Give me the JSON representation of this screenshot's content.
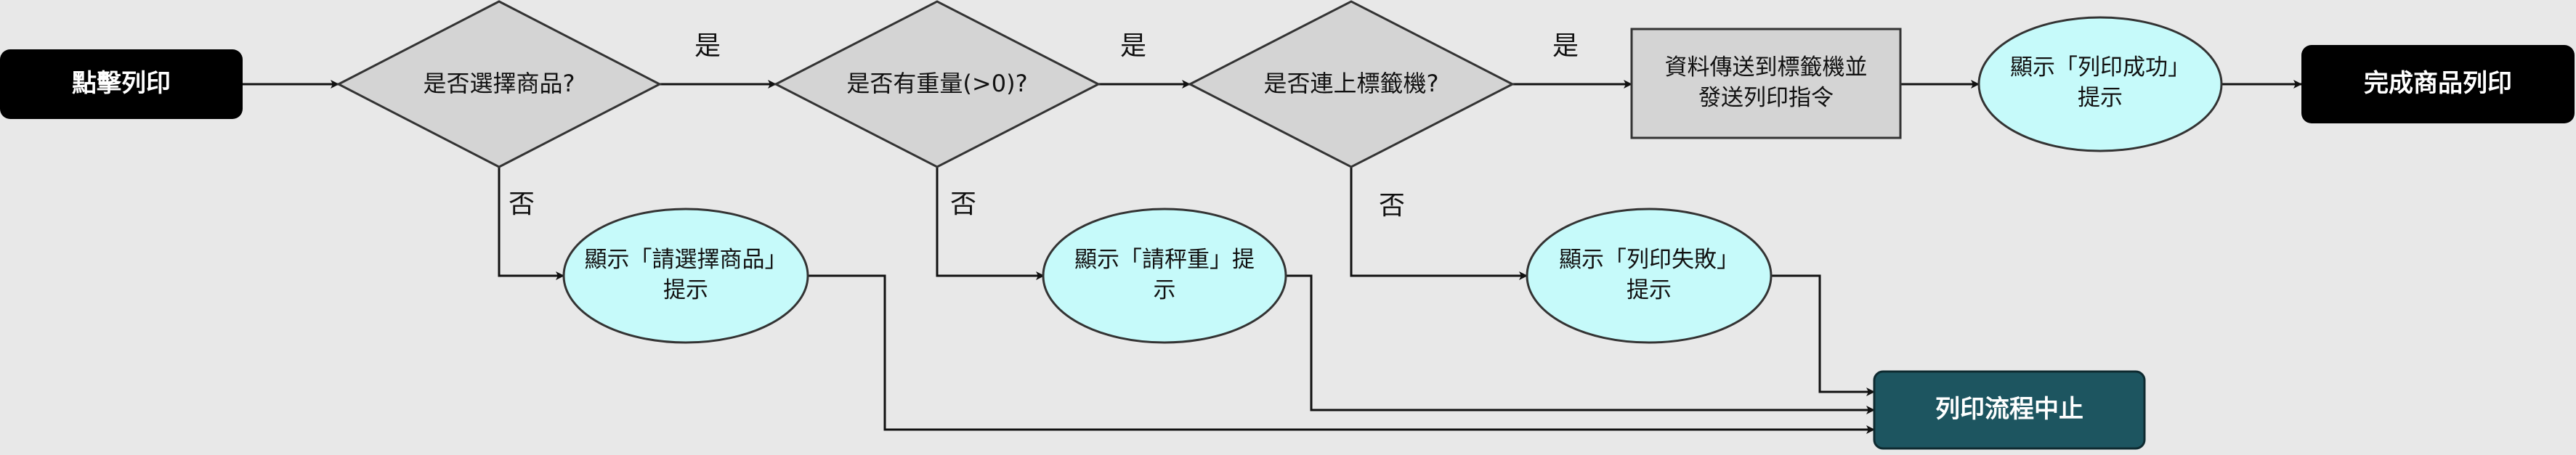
{
  "nodes": {
    "start": "點擊列印",
    "decision_select": "是否選擇商品?",
    "decision_weight": "是否有重量(>0)?",
    "decision_connected": "是否連上標籤機?",
    "send_data": "資料傳送到標籤機並\n發送列印指令",
    "alert_success": "顯示「列印成功」\n提示",
    "end": "完成商品列印",
    "alert_select": "顯示「請選擇商品」\n提示",
    "alert_weigh": "顯示「請秤重」提\n示",
    "alert_fail": "顯示「列印失敗」\n提示",
    "stop": "列印流程中止"
  },
  "edges": {
    "yes": "是",
    "no": "否"
  },
  "colors": {
    "background": "#e8e8e8",
    "terminal": "#000000",
    "decision_fill": "#d4d4d4",
    "alert_fill": "#c6fafa",
    "stop_fill": "#1d5560"
  }
}
